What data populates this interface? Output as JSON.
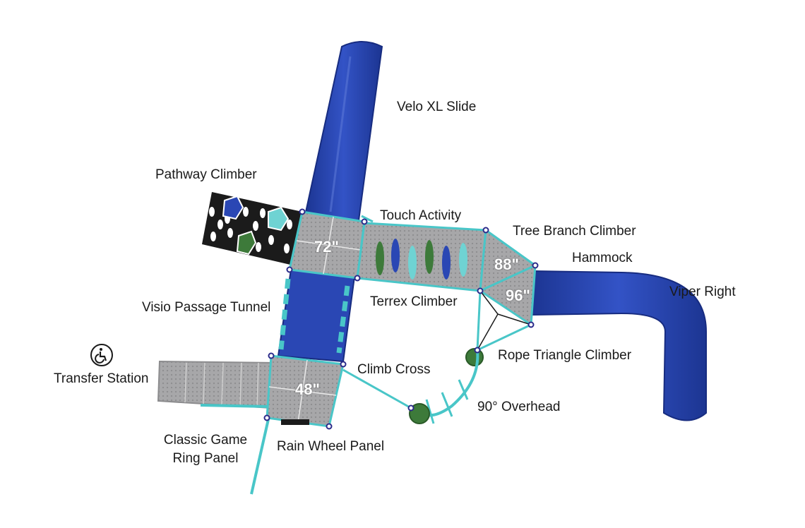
{
  "labels": {
    "velo_xl_slide": "Velo XL Slide",
    "pathway_climber": "Pathway Climber",
    "touch_activity": "Touch Activity",
    "tree_branch_climber": "Tree Branch Climber",
    "hammock": "Hammock",
    "viper_right": "Viper Right",
    "visio_passage_tunnel": "Visio Passage Tunnel",
    "terrex_climber": "Terrex Climber",
    "transfer_station": "Transfer Station",
    "climb_cross": "Climb Cross",
    "rope_triangle_climber": "Rope Triangle Climber",
    "overhead_90": "90° Overhead",
    "classic_game_ring_panel_line1": "Classic Game",
    "classic_game_ring_panel_line2": "Ring Panel",
    "rain_wheel_panel": "Rain Wheel Panel"
  },
  "deck_heights": {
    "deck_72": "72\"",
    "deck_88": "88\"",
    "deck_96": "96\"",
    "deck_48": "48\""
  },
  "icons": {
    "accessibility": "wheelchair-icon"
  },
  "colors": {
    "slide_blue": "#2a47b4",
    "deck_gray": "#a9a9ab",
    "frame_teal": "#49c6c8",
    "climber_black": "#1b1b1b",
    "hold_green": "#3d7a3a",
    "hold_blue": "#2a47b4",
    "hold_teal": "#6fd3d3"
  }
}
